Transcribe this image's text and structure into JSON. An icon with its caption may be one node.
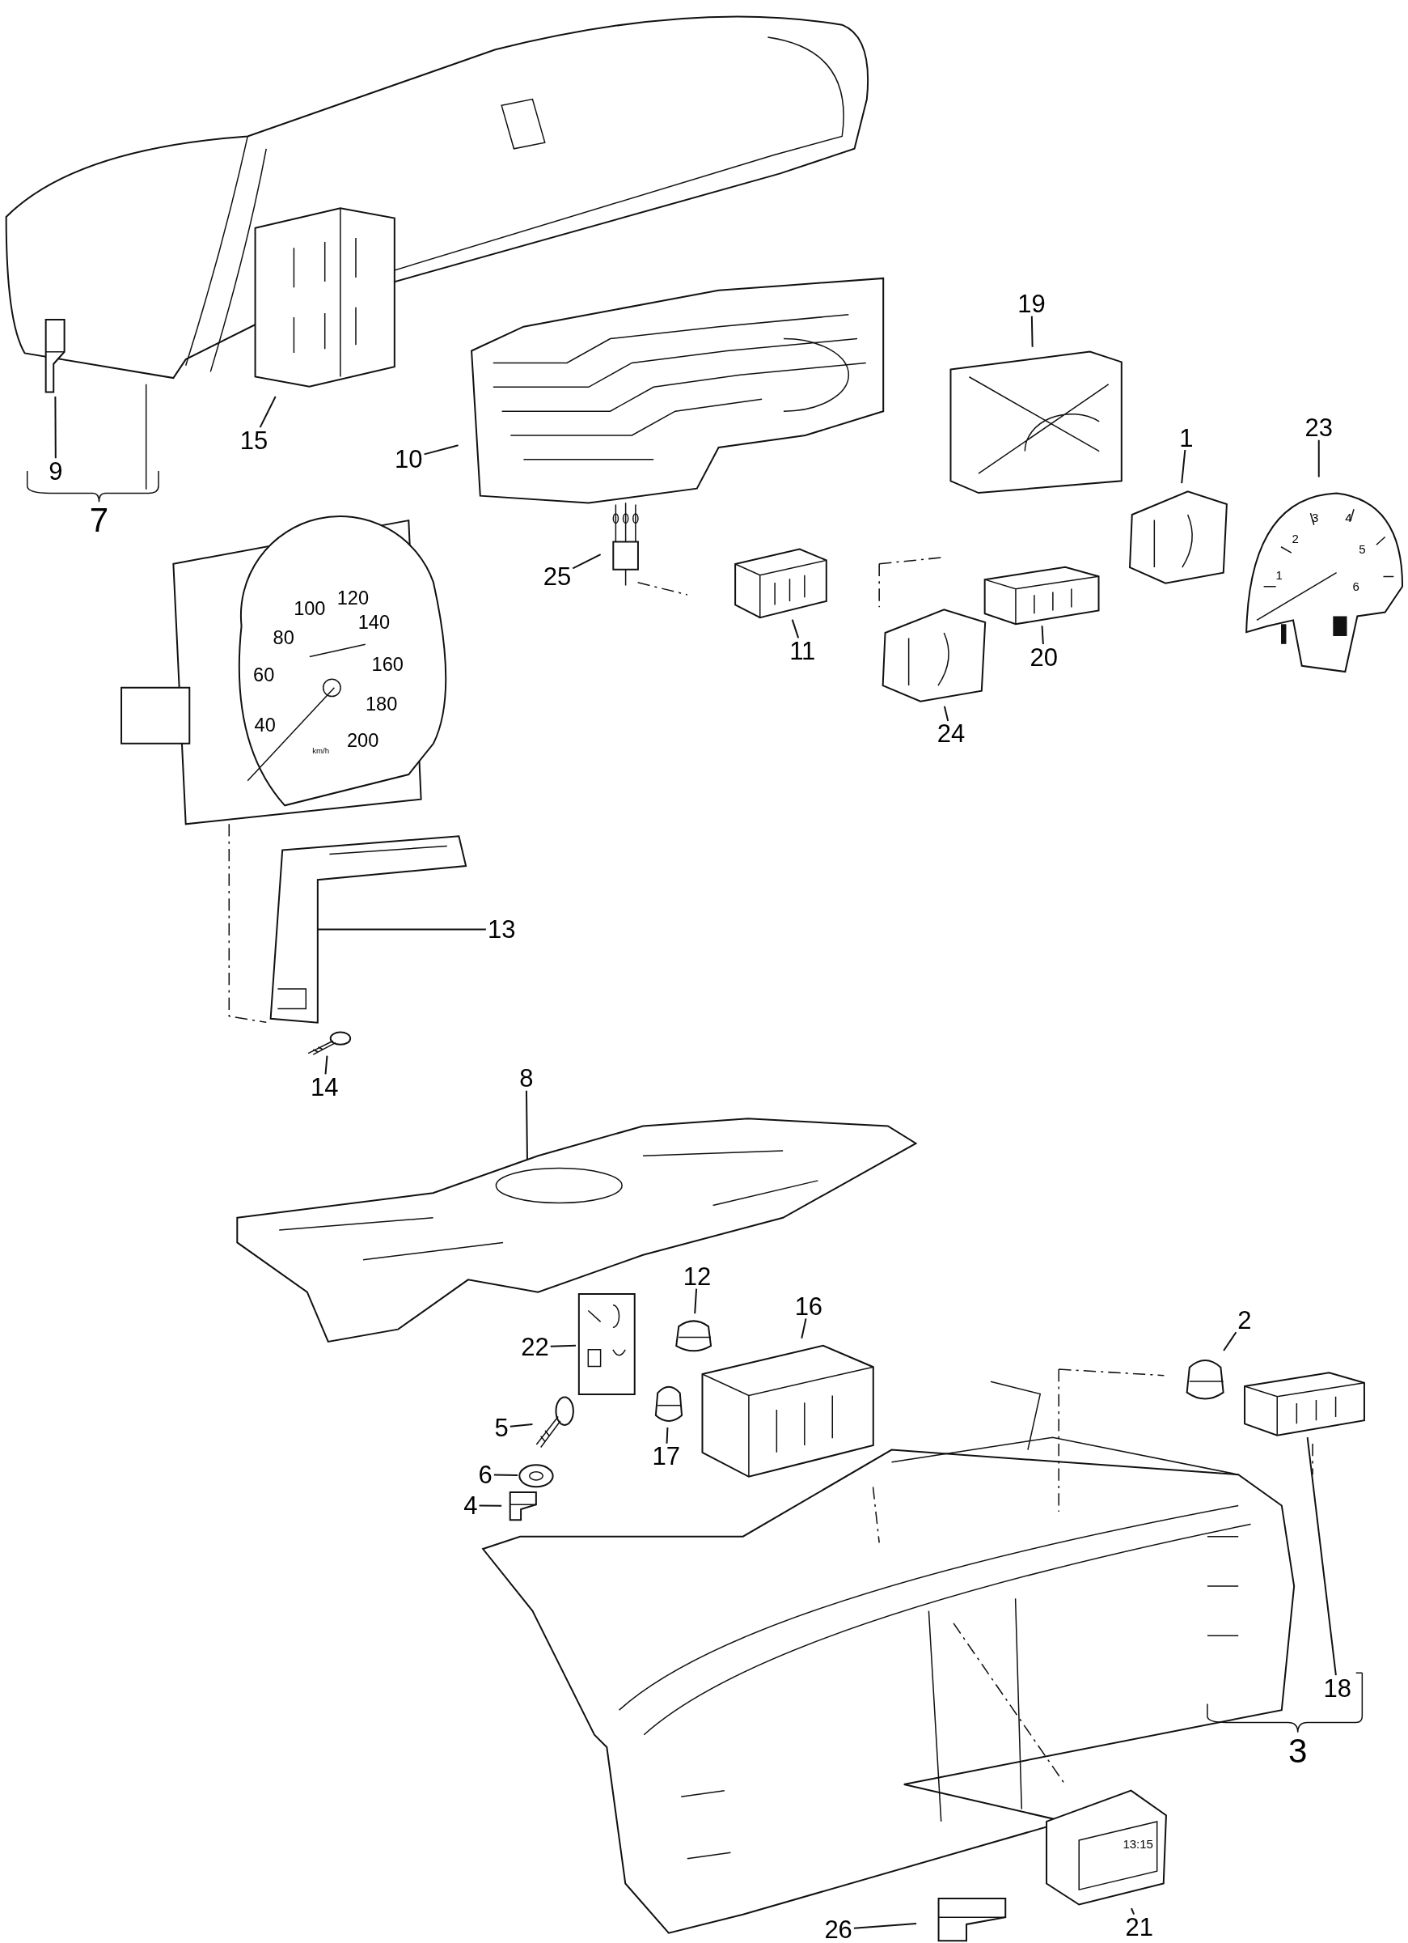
{
  "diagram": {
    "nodes": [
      {
        "text": [
          "9"
        ]
      },
      {
        "text": [],
        "shape": "picture"
      },
      {
        "text": [
          "15"
        ]
      },
      {
        "text": [],
        "shape": "picture"
      },
      {
        "text": [
          "10"
        ]
      },
      {
        "text": [],
        "shape": "picture"
      },
      {
        "text": [
          "19"
        ]
      },
      {
        "text": [],
        "shape": "picture"
      },
      {
        "text": [
          "1"
        ]
      },
      {
        "text": [],
        "shape": "picture"
      },
      {
        "text": [
          "23"
        ]
      },
      {
        "text": [],
        "shape": "picture"
      },
      {
        "text": [
          "25"
        ]
      },
      {
        "text": [],
        "shape": "picture"
      },
      {
        "text": [
          "11"
        ]
      },
      {
        "text": [],
        "shape": "picture"
      },
      {
        "text": [
          "20"
        ]
      },
      {
        "text": [],
        "shape": "picture"
      },
      {
        "text": [
          "24"
        ]
      },
      {
        "text": [],
        "shape": "picture"
      },
      {
        "text": [
          "13"
        ]
      },
      {
        "text": [],
        "shape": "picture"
      },
      {
        "text": [
          "14"
        ]
      },
      {
        "text": [],
        "shape": "picture"
      },
      {
        "text": [
          "8"
        ]
      },
      {
        "text": [],
        "shape": "picture"
      },
      {
        "text": [
          "22"
        ]
      },
      {
        "text": [],
        "shape": "picture"
      },
      {
        "text": [
          "12"
        ]
      },
      {
        "text": [],
        "shape": "picture"
      },
      {
        "text": [
          "16"
        ]
      },
      {
        "text": [],
        "shape": "picture"
      },
      {
        "text": [
          "17"
        ]
      },
      {
        "text": [],
        "shape": "picture"
      },
      {
        "text": [
          "5"
        ]
      },
      {
        "text": [],
        "shape": "picture"
      },
      {
        "text": [
          "6"
        ]
      },
      {
        "text": [],
        "shape": "picture"
      },
      {
        "text": [
          "4"
        ]
      },
      {
        "text": [],
        "shape": "picture"
      },
      {
        "text": [
          "2"
        ]
      },
      {
        "text": [],
        "shape": "picture"
      },
      {
        "text": [
          "18"
        ]
      },
      {
        "text": [],
        "shape": "picture"
      },
      {
        "text": [
          "21"
        ]
      },
      {
        "text": [],
        "shape": "picture"
      },
      {
        "text": [
          "26"
        ]
      },
      {
        "text": [],
        "shape": "picture"
      }
    ],
    "edges": [
      {
        "from": 0,
        "to": 1,
        "arrow": "none"
      },
      {
        "from": 2,
        "to": 3,
        "arrow": "none"
      },
      {
        "from": 4,
        "to": 5,
        "arrow": "none"
      },
      {
        "from": 6,
        "to": 7,
        "arrow": "none"
      },
      {
        "from": 8,
        "to": 9,
        "arrow": "none"
      },
      {
        "from": 10,
        "to": 11,
        "arrow": "none"
      },
      {
        "from": 12,
        "to": 13,
        "arrow": "none"
      },
      {
        "from": 14,
        "to": 15,
        "arrow": "none"
      },
      {
        "from": 16,
        "to": 17,
        "arrow": "none"
      },
      {
        "from": 18,
        "to": 19,
        "arrow": "none"
      },
      {
        "from": 20,
        "to": 21,
        "arrow": "none"
      },
      {
        "from": 22,
        "to": 23,
        "arrow": "none"
      },
      {
        "from": 24,
        "to": 25,
        "arrow": "none"
      },
      {
        "from": 26,
        "to": 27,
        "arrow": "none"
      },
      {
        "from": 28,
        "to": 29,
        "arrow": "none"
      },
      {
        "from": 30,
        "to": 31,
        "arrow": "none"
      },
      {
        "from": 32,
        "to": 33,
        "arrow": "none"
      },
      {
        "from": 34,
        "to": 35,
        "arrow": "none"
      },
      {
        "from": 36,
        "to": 37,
        "arrow": "none"
      },
      {
        "from": 38,
        "to": 39,
        "arrow": "none"
      },
      {
        "from": 40,
        "to": 41,
        "arrow": "none"
      },
      {
        "from": 42,
        "to": 43,
        "arrow": "none"
      },
      {
        "from": 44,
        "to": 45,
        "arrow": "none"
      },
      {
        "from": 46,
        "to": 47,
        "arrow": "none"
      }
    ],
    "labels": [
      "7",
      "120",
      "100",
      "140",
      "80",
      "160",
      "60",
      "180",
      "40",
      "200",
      "km/h",
      "3",
      "4",
      "2",
      "5",
      "1",
      "6",
      "13:15",
      "3"
    ]
  }
}
